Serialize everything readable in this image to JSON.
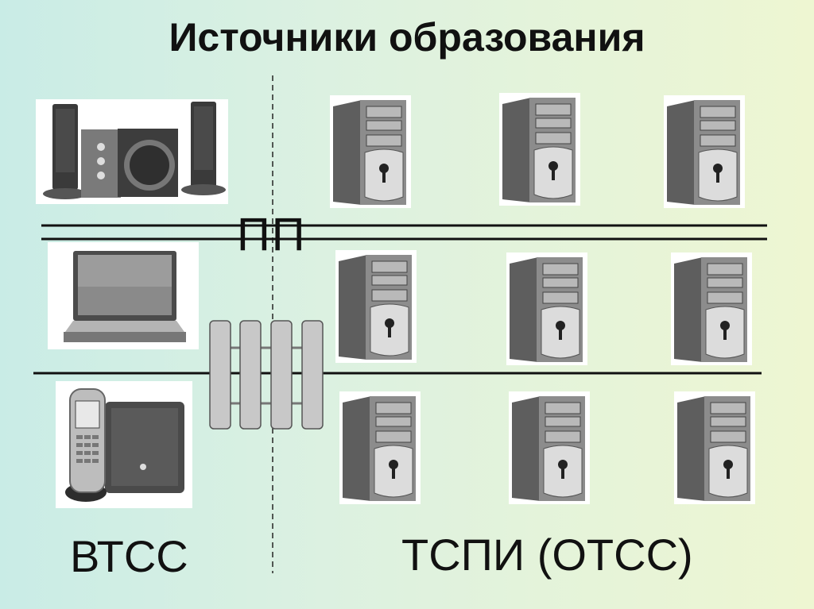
{
  "slide": {
    "title": "Источники образования",
    "labels": {
      "pp": "ПП",
      "vtss": "ВТСС",
      "tspi": "ТСПИ (ОТСС)"
    }
  },
  "devices": {
    "left": [
      "speakers-icon",
      "laptop-icon",
      "cordless-phone-icon"
    ],
    "right_pc_count": 9
  },
  "colors": {
    "line": "#1a1a1a",
    "connector_fill": "#c8c8c8",
    "connector_stroke": "#555555",
    "pc_body": "#8c8c8c",
    "pc_front": "#dcdcdc"
  }
}
